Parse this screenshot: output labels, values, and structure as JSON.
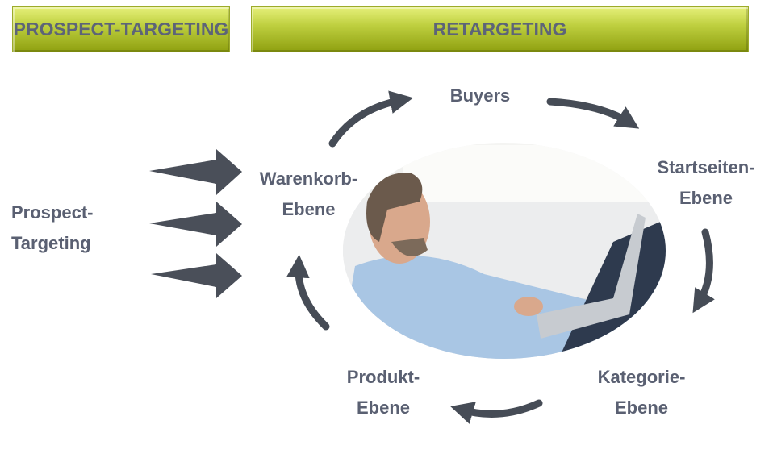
{
  "banners": {
    "prospect": "PROSPECT-TARGETING",
    "retargeting": "RETARGETING"
  },
  "labels": {
    "prospect_targeting": [
      "Prospect-",
      "Targeting"
    ],
    "warenkorb": [
      "Warenkorb-",
      "Ebene"
    ],
    "buyers": "Buyers",
    "startseiten": [
      "Startseiten-",
      "Ebene"
    ],
    "kategorie": [
      "Kategorie-",
      "Ebene"
    ],
    "produkt": [
      "Produkt-",
      "Ebene"
    ]
  },
  "colors": {
    "banner": "#bfd040",
    "text": "#5a6072",
    "arrow": "#464c56"
  }
}
